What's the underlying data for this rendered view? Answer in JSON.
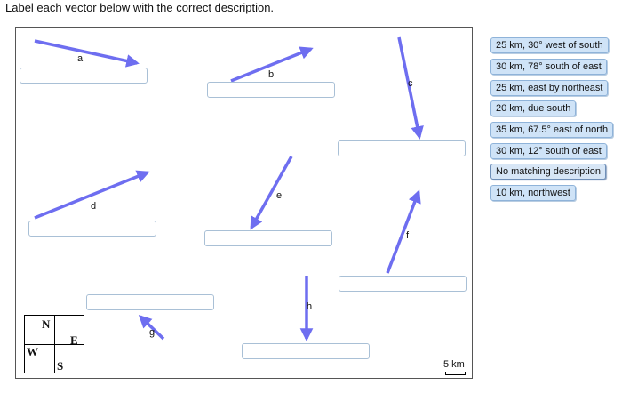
{
  "instruction": "Label each vector below with the correct description.",
  "vectors": [
    {
      "label": "a"
    },
    {
      "label": "b"
    },
    {
      "label": "c"
    },
    {
      "label": "d"
    },
    {
      "label": "e"
    },
    {
      "label": "f"
    },
    {
      "label": "g"
    },
    {
      "label": "h"
    }
  ],
  "descriptions": [
    "25 km, 30° west of south",
    "30 km, 78° south of east",
    "25 km, east by northeast",
    "20 km, due south",
    "35 km, 67.5° east of north",
    "30 km, 12° south of east",
    "No matching description",
    "10 km, northwest"
  ],
  "compass": {
    "n": "N",
    "e": "E",
    "w": "W",
    "s": "S"
  },
  "scale_label": "5 km",
  "colors": {
    "vector": "#6e6ef0",
    "chip_bg": "#cfe3f7",
    "drop_border": "#a9c0d6"
  }
}
